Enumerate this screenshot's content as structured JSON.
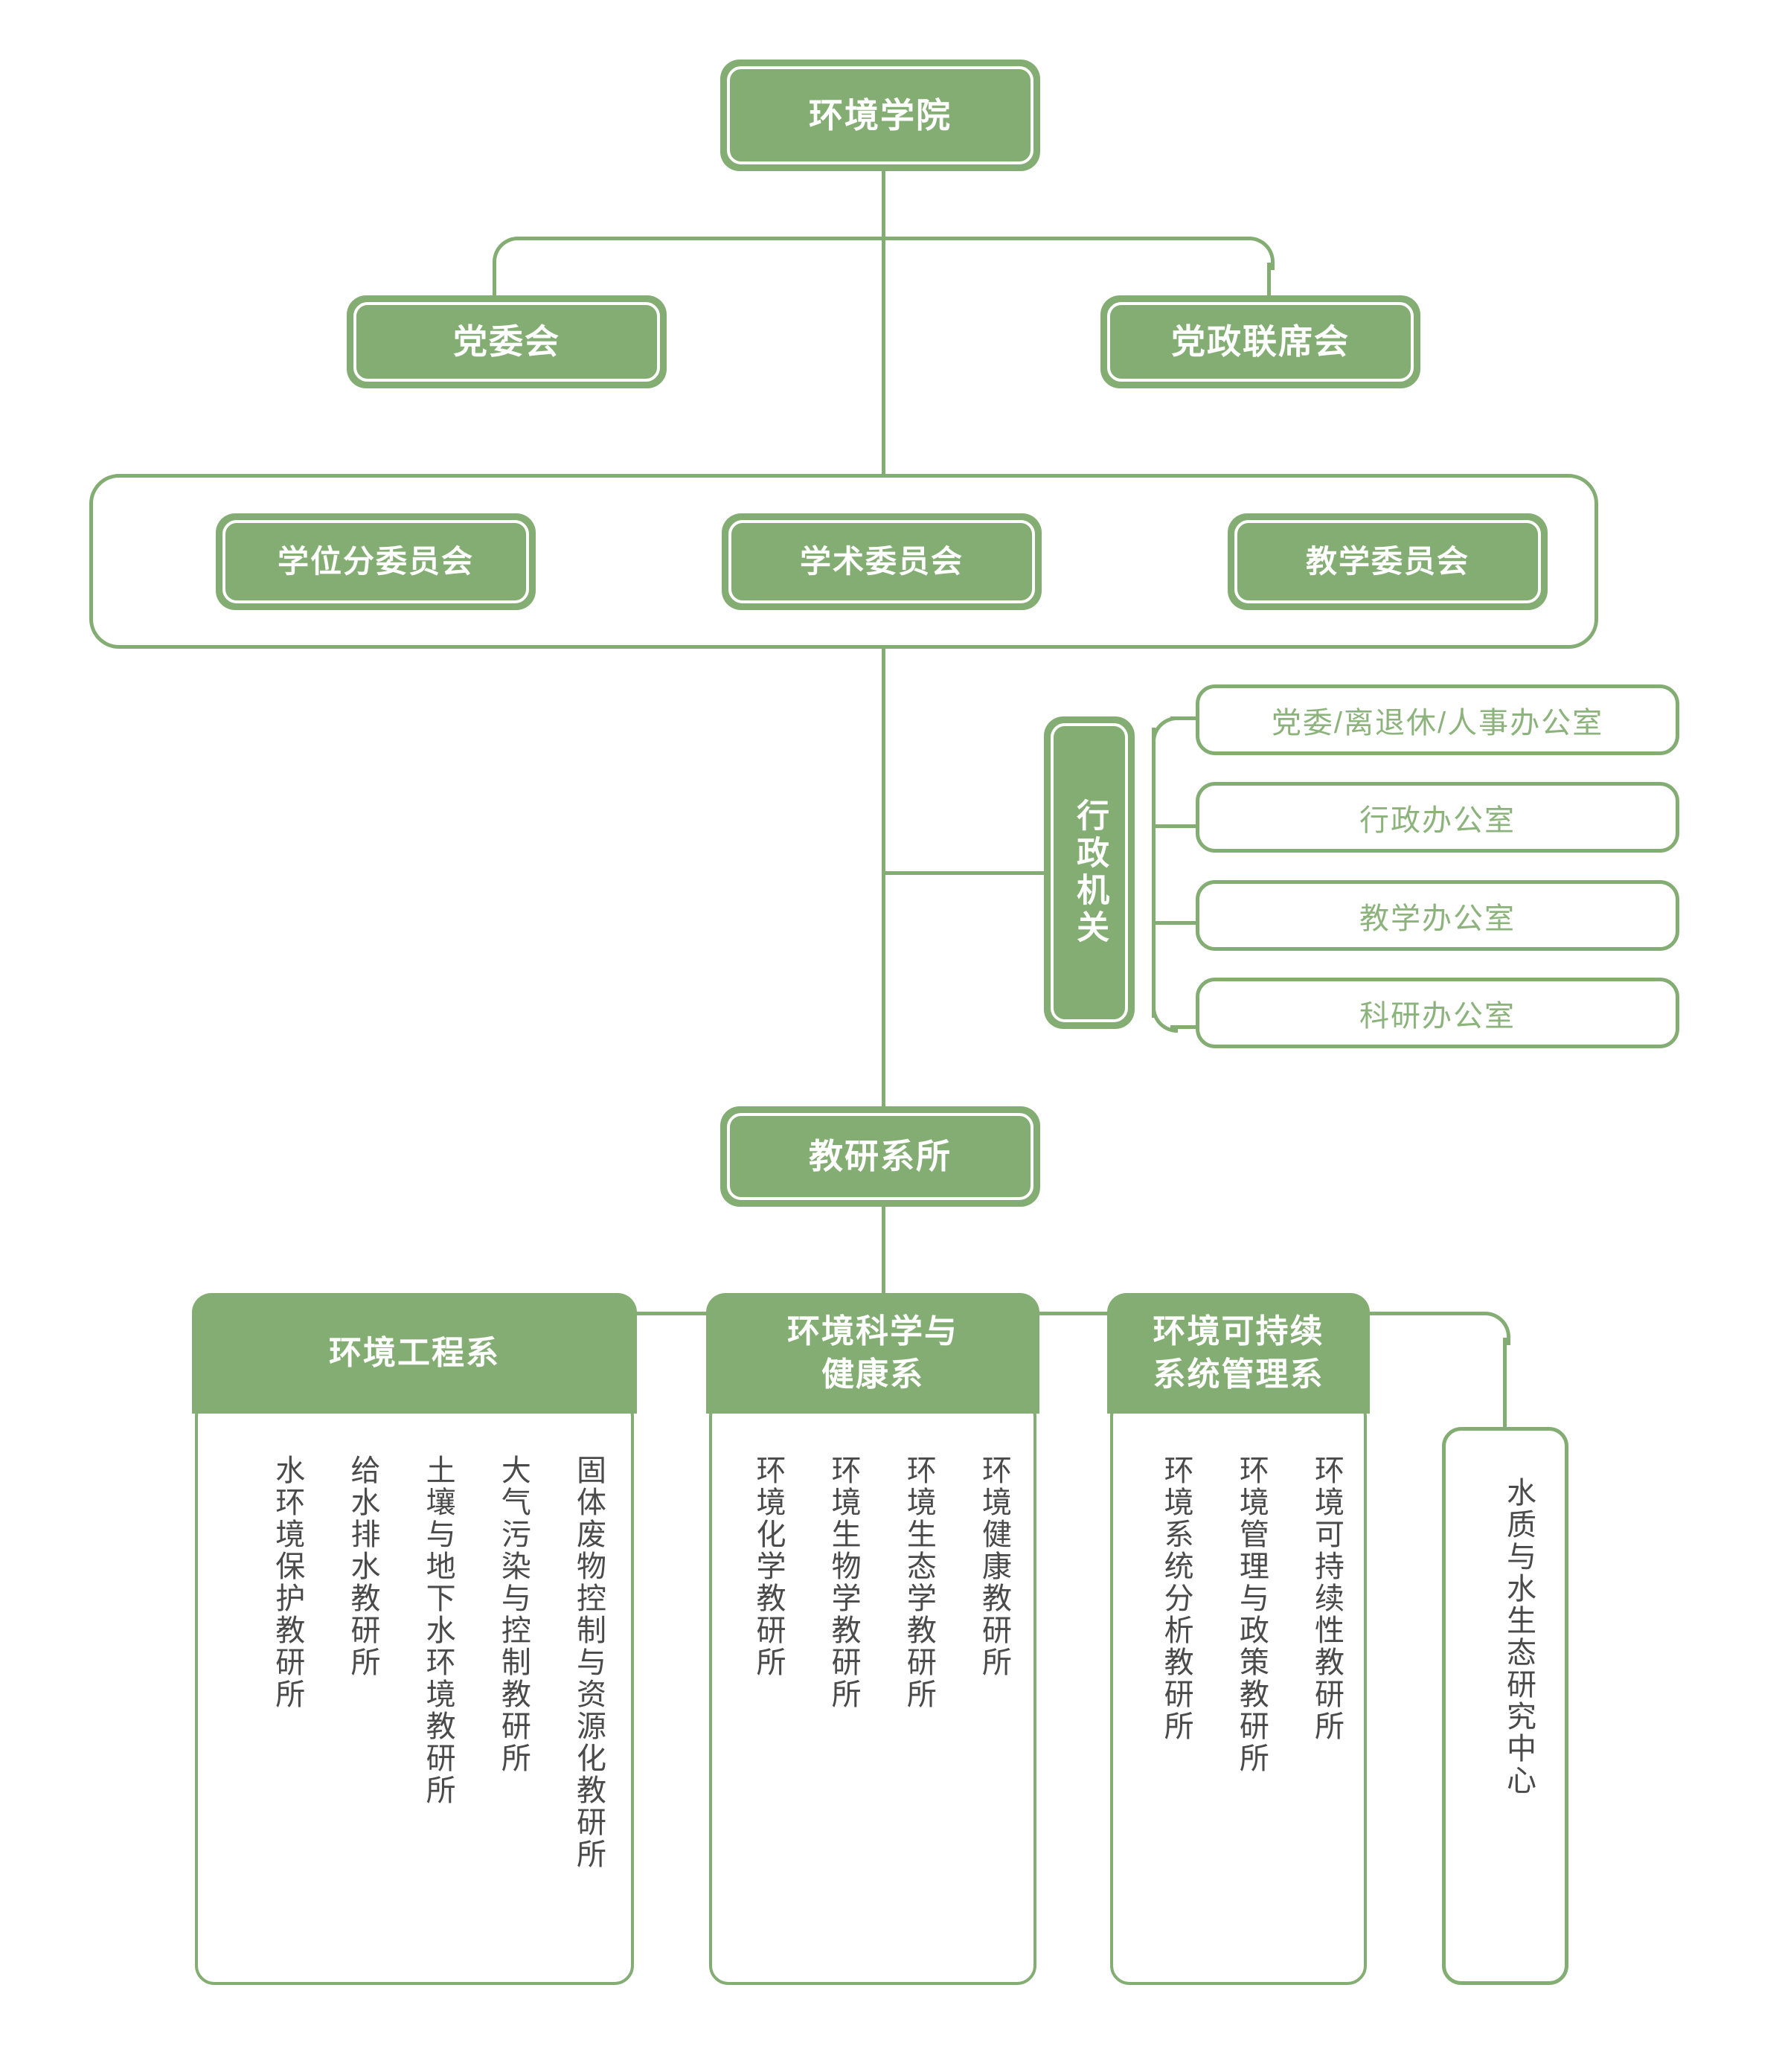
{
  "theme": {
    "green_fill": "#84ad74",
    "green_line": "#84ad74",
    "office_text": "#8cb37c",
    "vertical_text": "#4a4a4a",
    "white": "#ffffff"
  },
  "root": {
    "label": "环境学院"
  },
  "level2": [
    {
      "label": "党委会"
    },
    {
      "label": "党政联席会"
    }
  ],
  "committees": [
    {
      "label": "学位分委员会"
    },
    {
      "label": "学术委员会"
    },
    {
      "label": "教学委员会"
    }
  ],
  "admin": {
    "label": "行政机关",
    "offices": [
      {
        "label": "党委/离退休/人事办公室"
      },
      {
        "label": "行政办公室"
      },
      {
        "label": "教学办公室"
      },
      {
        "label": "科研办公室"
      }
    ]
  },
  "teaching_hub": {
    "label": "教研系所"
  },
  "departments": [
    {
      "name": "环境工程系",
      "institutes": [
        "水环境保护教研所",
        "给水排水教研所",
        "土壤与地下水环境教研所",
        "大气污染与控制教研所",
        "固体废物控制与资源化教研所"
      ]
    },
    {
      "name": "环境科学与\n健康系",
      "name_line1": "环境科学与",
      "name_line2": "健康系",
      "institutes": [
        "环境化学教研所",
        "环境生物学教研所",
        "环境生态学教研所",
        "环境健康教研所"
      ]
    },
    {
      "name": "环境可持续\n系统管理系",
      "name_line1": "环境可持续",
      "name_line2": "系统管理系",
      "institutes": [
        "环境系统分析教研所",
        "环境管理与政策教研所",
        "环境可持续性教研所"
      ]
    }
  ],
  "research_center": {
    "label": "水质与水生态研究中心"
  }
}
